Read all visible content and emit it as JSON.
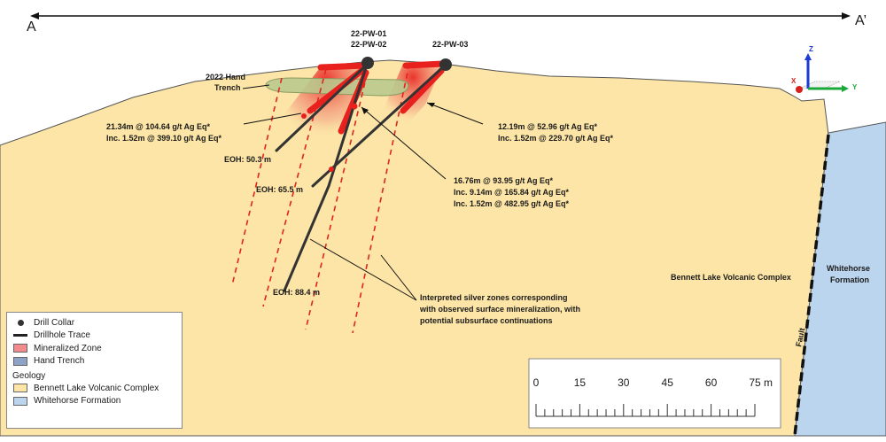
{
  "section": {
    "start_label": "A",
    "end_label": "A’"
  },
  "drillholes": [
    {
      "collar": "22-PW-01\n22-PW-02",
      "collar_line1": "22-PW-01",
      "collar_line2": "22-PW-02"
    },
    {
      "collar": "22-PW-03"
    }
  ],
  "labels": {
    "hand_trench_1": "2022 Hand",
    "hand_trench_2": "Trench",
    "int_a_1": "21.34m @ 104.64 g/t Ag Eq*",
    "int_a_2": "Inc. 1.52m @ 399.10 g/t Ag Eq*",
    "int_b_1": "12.19m @ 52.96 g/t Ag Eq*",
    "int_b_2": "Inc. 1.52m @ 229.70 g/t Ag Eq*",
    "int_c_1": "16.76m @ 93.95 g/t Ag Eq*",
    "int_c_2": "Inc. 9.14m @ 165.84 g/t Ag Eq*",
    "int_c_3": "Inc. 1.52m @ 482.95 g/t Ag Eq*",
    "eoh_1": "EOH: 50.3 m",
    "eoh_2": "EOH: 65.5 m",
    "eoh_3": "EOH: 88.4 m",
    "interp_1": "Interpreted silver zones corresponding",
    "interp_2": "with observed surface mineralization, with",
    "interp_3": "potential subsurface continuations",
    "bennett": "Bennett Lake Volcanic Complex",
    "whitehorse_1": "Whitehorse",
    "whitehorse_2": "Formation",
    "fault": "Fault"
  },
  "axes_icon": {
    "z": "Z",
    "y": "Y",
    "x": "X"
  },
  "scale_bar": {
    "ticks": [
      "0",
      "15",
      "30",
      "45",
      "60",
      "75"
    ],
    "unit": "m"
  },
  "legend": {
    "items": [
      {
        "label": "Drill Collar",
        "symbol": "dot"
      },
      {
        "label": "Drillhole Trace",
        "symbol": "line"
      },
      {
        "label": "Mineralized Zone",
        "symbol": "box",
        "color": "#f28b8b"
      },
      {
        "label": "Hand Trench",
        "symbol": "box",
        "color": "#8ea2c6"
      }
    ],
    "geology_heading": "Geology",
    "geology_items": [
      {
        "label": "Bennett Lake Volcanic Complex",
        "color": "#fce5a6"
      },
      {
        "label": "Whitehorse Formation",
        "color": "#bcd5ee"
      }
    ]
  },
  "colors": {
    "bennett": "#fce5a6",
    "whitehorse": "#bcd5ee",
    "mineralized": "#e8201e",
    "trench": "#b9c98e"
  }
}
